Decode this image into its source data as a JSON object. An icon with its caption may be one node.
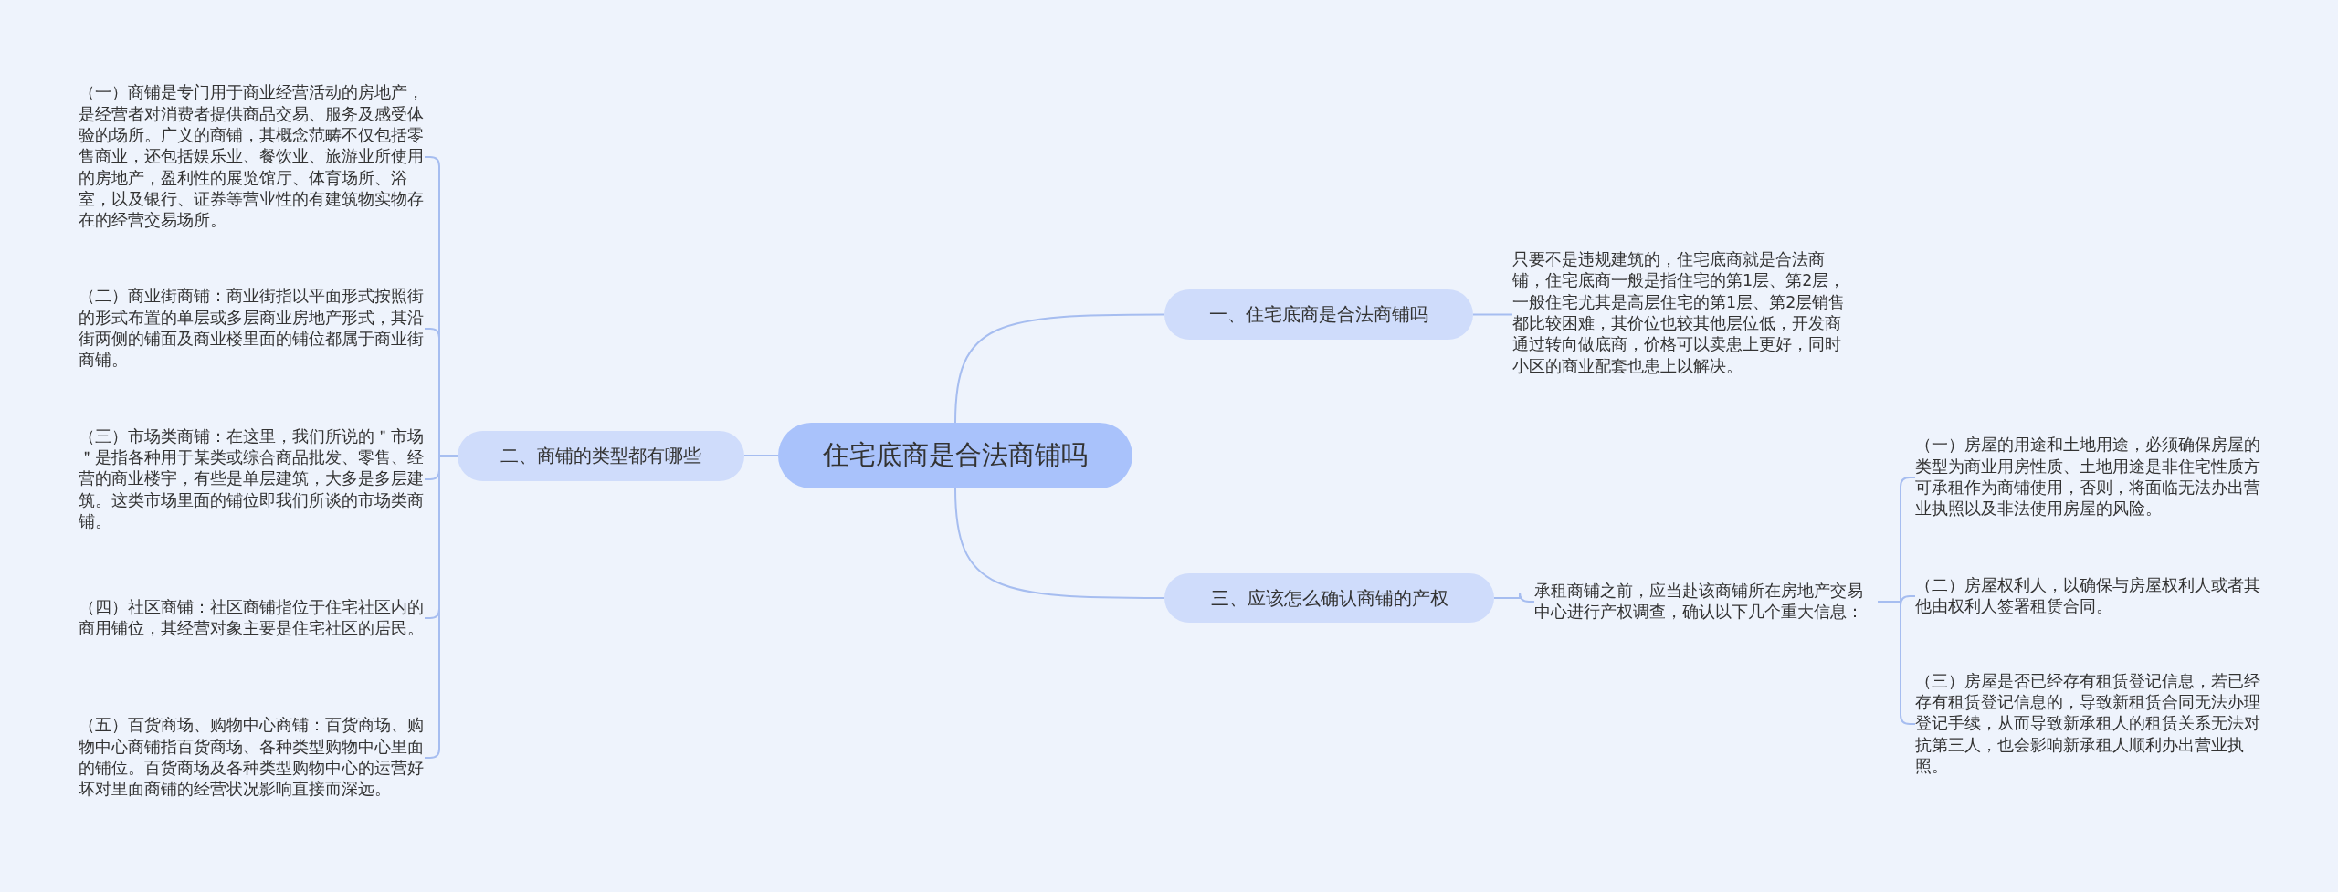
{
  "diagram": {
    "nodes": [
      {
        "text": [
          "住宅底商是合法商铺吗"
        ]
      },
      {
        "text": [
          "一、住宅底商是合法商铺吗"
        ]
      },
      {
        "text": [
          "只要不是违规建筑的，住宅底商就是合法商铺，住宅底商一般是指住宅的第1层、第2层，一般住宅尤其是高层住宅的第1层、第2层销售都比较困难，其价位也较其他层位低，开发商通过转向做底商，价格可以卖患上更好，同时小区的商业配套也患上以解决。"
        ]
      },
      {
        "text": [
          "二、商铺的类型都有哪些"
        ]
      },
      {
        "text": [
          "（一）商铺是专门用于商业经营活动的房地产，是经营者对消费者提供商品交易、服务及感受体验的场所。广义的商铺，其概念范畴不仅包括零售商业，还包括娱乐业、餐饮业、旅游业所使用的房地产，盈利性的展览馆厅、体育场所、浴室，以及银行、证券等营业性的有建筑物实物存在的经营交易场所。"
        ]
      },
      {
        "text": [
          "（二）商业街商铺：商业街指以平面形式按照街的形式布置的单层或多层商业房地产形式，其沿街两侧的铺面及商业楼里面的铺位都属于商业街商铺。"
        ]
      },
      {
        "text": [
          "（三）市场类商铺：在这里，我们所说的＂市场＂是指各种用于某类或综合商品批发、零售、经营的商业楼宇，有些是单层建筑，大多是多层建筑。这类市场里面的铺位即我们所谈的市场类商铺。"
        ]
      },
      {
        "text": [
          "（四）社区商铺：社区商铺指位于住宅社区内的商用铺位，其经营对象主要是住宅社区的居民。"
        ]
      },
      {
        "text": [
          "（五）百货商场、购物中心商铺：百货商场、购物中心商铺指百货商场、各种类型购物中心里面的铺位。百货商场及各种类型购物中心的运营好坏对里面商铺的经营状况影响直接而深远。"
        ]
      },
      {
        "text": [
          "三、应该怎么确认商铺的产权"
        ]
      },
      {
        "text": [
          "承租商铺之前，应当赴该商铺所在房地产交易中心进行产权调查，确认以下几个重大信息："
        ]
      },
      {
        "text": [
          "（一）房屋的用途和土地用途，必须确保房屋的类型为商业用房性质、土地用途是非住宅性质方可承租作为商铺使用，否则，将面临无法办出营业执照以及非法使用房屋的风险。"
        ]
      },
      {
        "text": [
          "（二）房屋权利人，以确保与房屋权利人或者其他由权利人签署租赁合同。"
        ]
      },
      {
        "text": [
          "（三）房屋是否已经存有租赁登记信息，若已经存有租赁登记信息的，导致新租赁合同无法办理登记手续，从而导致新承租人的租赁关系无法对抗第三人，也会影响新承租人顺利办出营业执照。"
        ]
      }
    ],
    "edges": [
      {
        "from": 0,
        "to": 1,
        "arrow": "none"
      },
      {
        "from": 1,
        "to": 2,
        "arrow": "none"
      },
      {
        "from": 0,
        "to": 3,
        "arrow": "none"
      },
      {
        "from": 3,
        "to": 4,
        "arrow": "none"
      },
      {
        "from": 3,
        "to": 5,
        "arrow": "none"
      },
      {
        "from": 3,
        "to": 6,
        "arrow": "none"
      },
      {
        "from": 3,
        "to": 7,
        "arrow": "none"
      },
      {
        "from": 3,
        "to": 8,
        "arrow": "none"
      },
      {
        "from": 0,
        "to": 9,
        "arrow": "none"
      },
      {
        "from": 9,
        "to": 10,
        "arrow": "none"
      },
      {
        "from": 10,
        "to": 11,
        "arrow": "none"
      },
      {
        "from": 10,
        "to": 12,
        "arrow": "none"
      },
      {
        "from": 10,
        "to": 13,
        "arrow": "none"
      }
    ]
  }
}
